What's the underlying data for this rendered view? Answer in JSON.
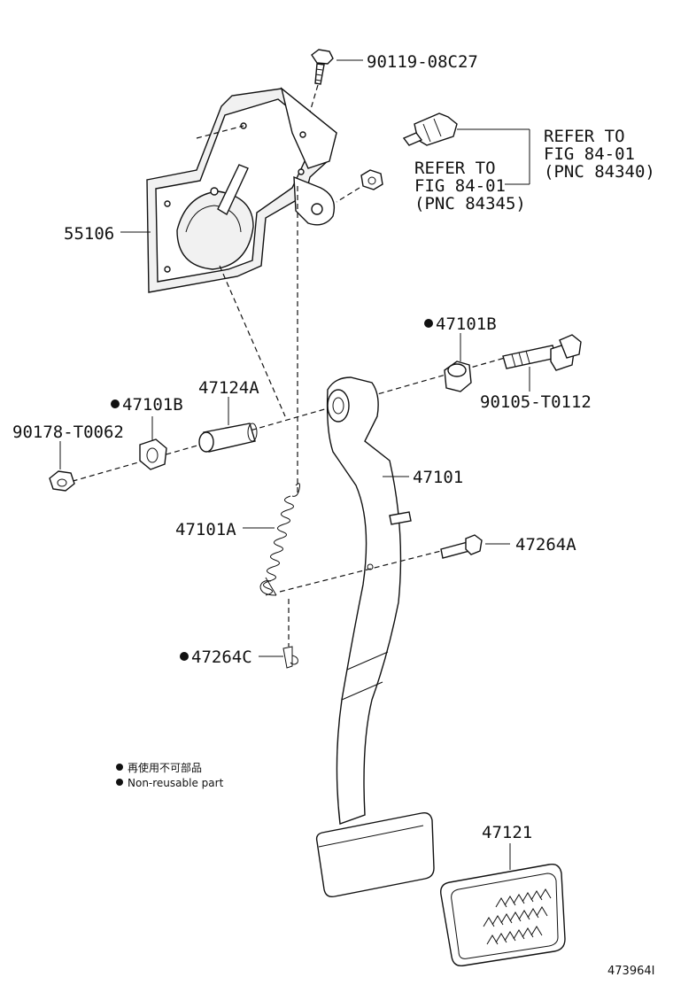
{
  "labels": {
    "bolt_top": "90119-08C27",
    "bracket": "55106",
    "refer_a_line1": "REFER TO",
    "refer_a_line2": "FIG 84-01",
    "refer_a_line3": "(PNC 84340)",
    "refer_b_line1": "REFER TO",
    "refer_b_line2": "FIG 84-01",
    "refer_b_line3": "(PNC 84345)",
    "bushing_right": "47101B",
    "bolt_pivot": "90105-T0112",
    "collar": "47124A",
    "bushing_left": "47101B",
    "nut": "90178-T0062",
    "pedal_arm": "47101",
    "spring": "47101A",
    "bolt_stopper": "47264A",
    "clip": "47264C",
    "pad": "47121"
  },
  "legend": {
    "line1": "再使用不可部品",
    "line2": "Non-reusable part"
  },
  "figure_id": "473964I"
}
